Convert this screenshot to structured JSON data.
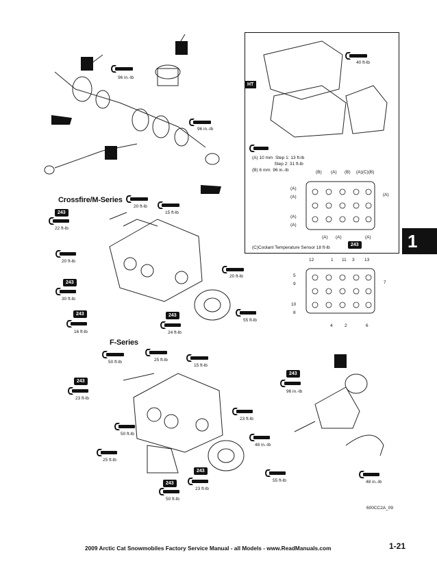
{
  "sections": {
    "crossfire": "Crossfire/M-Series",
    "fseries": "F-Series"
  },
  "upper": {
    "t96a": "96 in.-lb",
    "t96b": "96 in.-lb"
  },
  "inset": {
    "ht": "HT",
    "t40": "40 ft-lb",
    "spec": "(A) 10 mm  Step 1: 13 ft-lb\n                  Step 2: 31 ft-lb\n(B) 6 mm  96 in.-lb",
    "coolant": "(C)Coolant Temperature Sensor  18 ft-lb",
    "badge": "243",
    "top_letters": [
      "(B)",
      "(A)",
      "(B)",
      "(A)(C)(B)"
    ],
    "left_letters": [
      "(A)",
      "(A)",
      "(A)",
      "(A)"
    ],
    "right_letter": "(A)",
    "bottom_letters": [
      "(A)",
      "(A)",
      "(A)"
    ]
  },
  "sequence": {
    "top": [
      "12",
      "1",
      "11",
      "3",
      "13"
    ],
    "left": [
      "5",
      "9",
      "10",
      "8"
    ],
    "right": "7",
    "bottom": [
      "4",
      "2",
      "6"
    ]
  },
  "crossfire": {
    "badge": "243",
    "t20a": "20 ft-lb",
    "t15": "15 ft-lb",
    "t22": "22 ft-lb",
    "t20b": "20 ft-lb",
    "t20c": "20 ft-lb",
    "t30": "30 ft-lb",
    "t16": "16 ft-lb",
    "t24": "24 ft-lb",
    "t55": "55 ft-lb"
  },
  "fseries": {
    "badge": "243",
    "t50a": "50 ft-lb",
    "t25a": "25 ft-lb",
    "t15": "15 ft-lb",
    "t23a": "23 ft-lb",
    "t50b": "50 ft-lb",
    "t23b": "23 ft-lb",
    "t25b": "25 ft-lb",
    "t23c": "23 ft-lb",
    "t50c": "50 ft-lb",
    "t55": "55 ft-lb"
  },
  "pump": {
    "badge": "243",
    "t96": "96 in.-lb",
    "t48a": "48 in.-lb",
    "t48b": "48 in.-lb"
  },
  "figure_id": "600CC2A_09",
  "footer": {
    "text": "2009 Arctic Cat Snowmobiles Factory Service Manual - all Models  -   www.ReadManuals.com",
    "page": "1-21"
  },
  "chapter_tab": "1"
}
